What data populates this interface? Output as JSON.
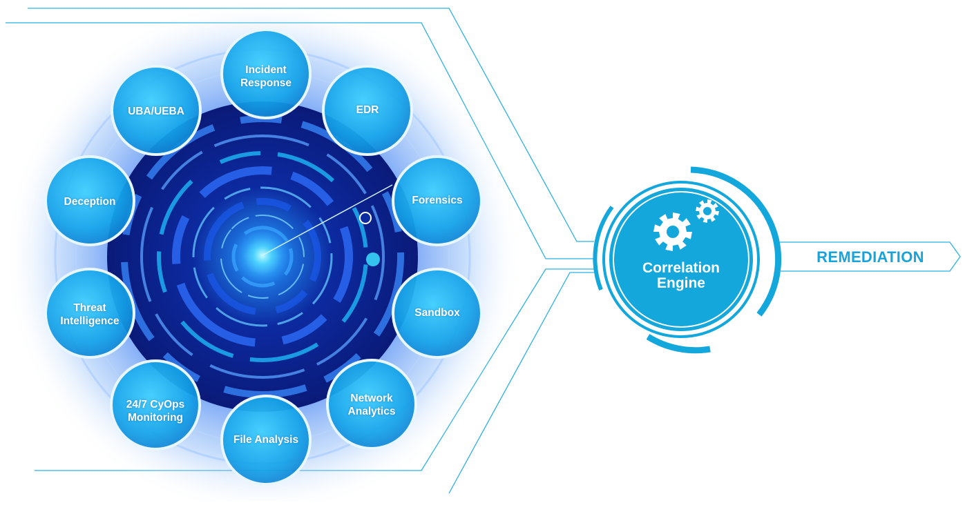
{
  "nodes": [
    {
      "id": "incident-response",
      "label": "Incident\nResponse"
    },
    {
      "id": "edr",
      "label": "EDR"
    },
    {
      "id": "forensics",
      "label": "Forensics"
    },
    {
      "id": "sandbox",
      "label": "Sandbox"
    },
    {
      "id": "network-analytics",
      "label": "Network\nAnalytics"
    },
    {
      "id": "file-analysis",
      "label": "File Analysis"
    },
    {
      "id": "cyops-monitoring",
      "label": "24/7 CyOps\nMonitoring"
    },
    {
      "id": "threat-intelligence",
      "label": "Threat\nIntelligence"
    },
    {
      "id": "deception",
      "label": "Deception"
    },
    {
      "id": "uba-ueba",
      "label": "UBA/UEBA"
    }
  ],
  "engine": {
    "label": "Correlation\nEngine",
    "icon": "gears-icon"
  },
  "output": {
    "label": "REMEDIATION"
  },
  "colors": {
    "accent": "#1aa3d9",
    "engine_fill": "#14a7dc",
    "core_dark": "#0a1f8a",
    "glow": "#3d7cf0",
    "line": "#2bb0e0"
  }
}
